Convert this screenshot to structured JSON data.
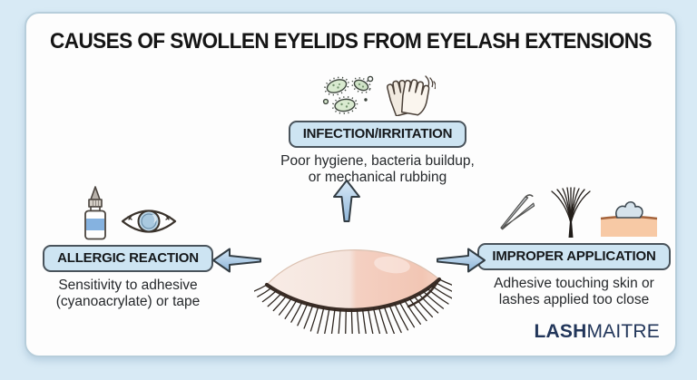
{
  "title": "CAUSES OF SWOLLEN EYELIDS FROM EYELASH EXTENSIONS",
  "causes": {
    "infection": {
      "label": "INFECTION/IRRITATION",
      "line1": "Poor hygiene, bacteria buildup,",
      "line2": "or mechanical rubbing",
      "icons": [
        "bacteria-icon",
        "rubbing-hands-icon"
      ]
    },
    "allergic": {
      "label": "ALLERGIC REACTION",
      "line1": "Sensitivity to adhesive",
      "line2": "(cyanoacrylate) or tape",
      "icons": [
        "glue-bottle-icon",
        "irritated-eye-icon"
      ]
    },
    "improper": {
      "label": "IMPROPER APPLICATION",
      "line1": "Adhesive touching skin or",
      "line2": "lashes applied too close",
      "icons": [
        "tweezers-icon",
        "lash-fan-icon",
        "adhesive-on-skin-icon"
      ]
    }
  },
  "center_illustration": "swollen-eyelid-with-extensions",
  "logo": {
    "bold": "LASH",
    "light": "MAITRE"
  },
  "colors": {
    "background": "#d8eaf5",
    "card": "#fdfdfd",
    "card_border": "#b7cedb",
    "pill_background": "#cde4f2",
    "pill_border": "#49535b",
    "arrow_fill_light": "#d3e6f6",
    "arrow_fill_dark": "#8fb6d9",
    "arrow_outline": "#333d44",
    "title_text": "#151515",
    "body_text": "#25282b",
    "logo_text": "#22365a",
    "eyelid_pale": "#f7ece6",
    "eyelid_swollen": "#f3cdbd",
    "lash_color": "#2e2620",
    "bacteria_green": "#d9ead0",
    "skin_patch": "#f7c9a5"
  }
}
